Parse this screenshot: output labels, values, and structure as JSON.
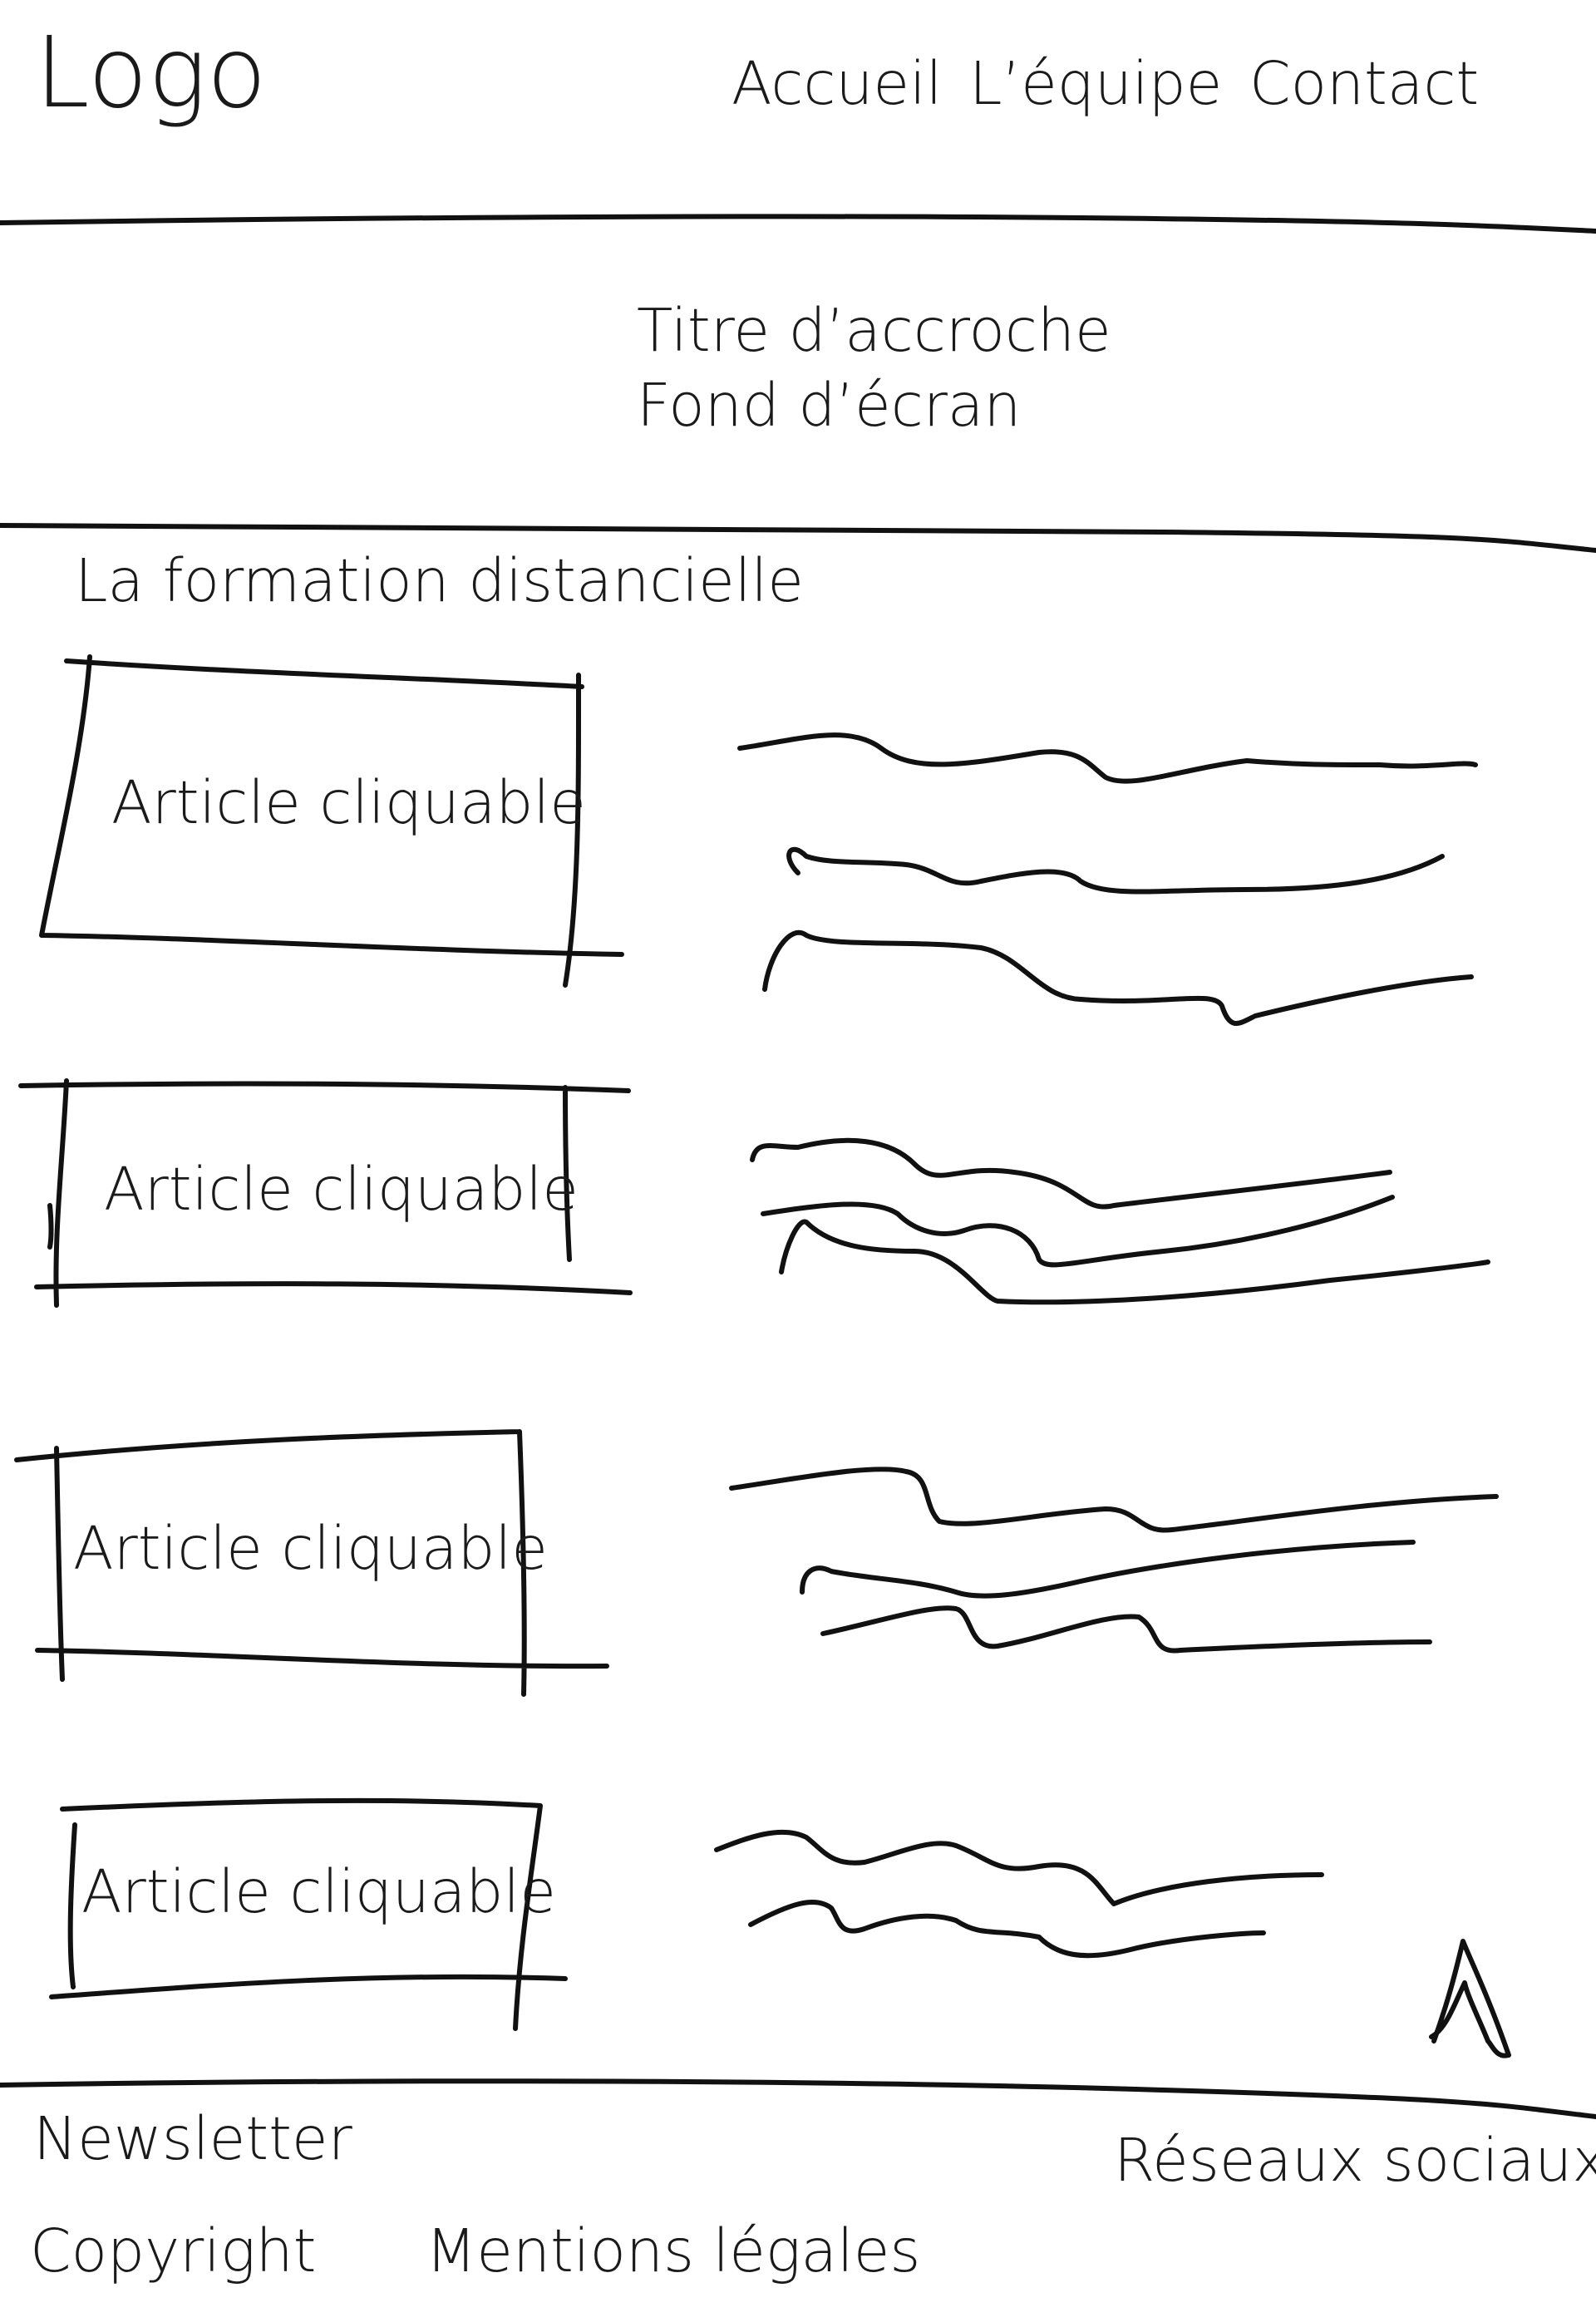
{
  "header": {
    "logo": "Logo",
    "nav": [
      "Accueil",
      "L’équipe",
      "Contact"
    ]
  },
  "hero": {
    "title": "Titre d’accroche",
    "background": "Fond d’écran"
  },
  "main": {
    "section_title": "La formation distancielle",
    "articles": [
      {
        "label": "Article cliquable"
      },
      {
        "label": "Article cliquable"
      },
      {
        "label": "Article cliquable"
      },
      {
        "label": "Article cliquable"
      }
    ]
  },
  "footer": {
    "newsletter": "Newsletter",
    "social": "Réseaux sociaux",
    "copyright": "Copyright",
    "legal": "Mentions légales"
  },
  "icons": {
    "scroll_top": "back-to-top-arrow-icon"
  },
  "colors": {
    "ink": "#111111",
    "paper": "#ffffff"
  }
}
